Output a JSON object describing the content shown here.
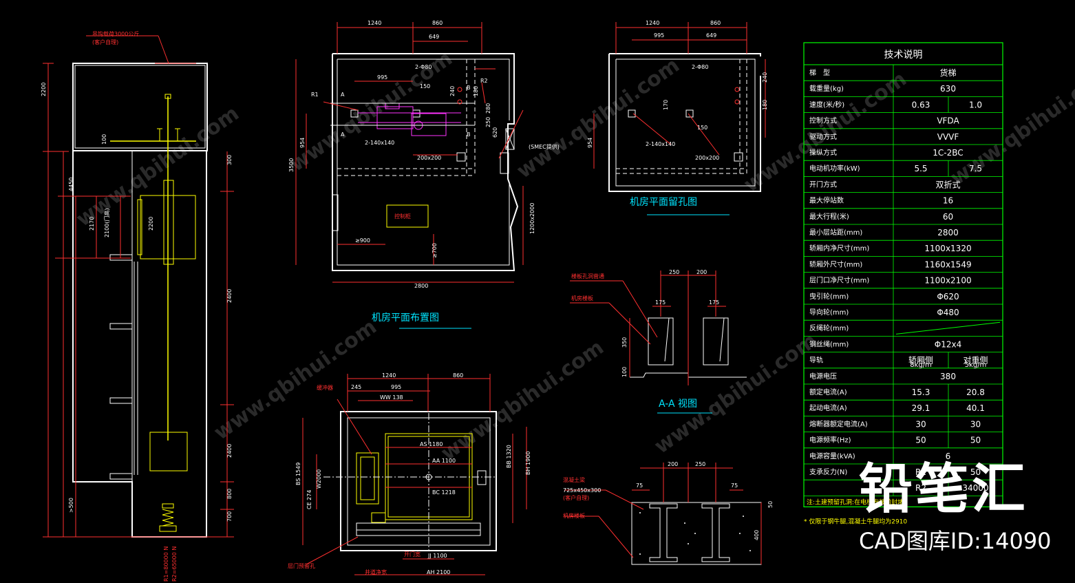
{
  "tech_table": {
    "title": "技术说明",
    "rows": [
      {
        "label": "梯　型",
        "values": [
          "货梯"
        ]
      },
      {
        "label": "载重量(kg)",
        "values": [
          "630"
        ]
      },
      {
        "label": "速度(米/秒)",
        "values": [
          "0.63",
          "1.0"
        ]
      },
      {
        "label": "控制方式",
        "values": [
          "VFDA"
        ]
      },
      {
        "label": "驱动方式",
        "values": [
          "VVVF"
        ]
      },
      {
        "label": "操纵方式",
        "values": [
          "1C-2BC"
        ]
      },
      {
        "label": "电动机功率(kW)",
        "values": [
          "5.5",
          "7.5"
        ]
      },
      {
        "label": "开门方式",
        "values": [
          "双折式"
        ]
      },
      {
        "label": "最大停站数",
        "values": [
          "16"
        ]
      },
      {
        "label": "最大行程(米)",
        "values": [
          "60"
        ]
      },
      {
        "label": "最小层站距(mm)",
        "values": [
          "2800"
        ]
      },
      {
        "label": "轿厢内净尺寸(mm)",
        "values": [
          "1100x1320"
        ]
      },
      {
        "label": "轿厢外尺寸(mm)",
        "values": [
          "1160x1549"
        ]
      },
      {
        "label": "层门口净尺寸(mm)",
        "values": [
          "1100x2100"
        ]
      },
      {
        "label": "曳引轮(mm)",
        "values": [
          "Φ620"
        ]
      },
      {
        "label": "导向轮(mm)",
        "values": [
          "Φ480"
        ]
      },
      {
        "label": "反绳轮(mm)",
        "values": [
          ""
        ]
      },
      {
        "label": "钢丝绳(mm)",
        "values": [
          "Φ12x4"
        ]
      },
      {
        "label": "导轨",
        "values": [
          "轿厢侧",
          "对重侧"
        ],
        "sub": [
          "8kg/m",
          "5kg/m"
        ]
      },
      {
        "label": "电源电压",
        "values": [
          "380"
        ]
      },
      {
        "label": "额定电流(A)",
        "values": [
          "15.3",
          "20.8"
        ]
      },
      {
        "label": "起动电流(A)",
        "values": [
          "29.1",
          "40.1"
        ]
      },
      {
        "label": "熔断器额定电流(A)",
        "values": [
          "30",
          "30"
        ]
      },
      {
        "label": "电源频率(Hz)",
        "values": [
          "50",
          "50"
        ]
      },
      {
        "label": "电源容量(kVA)",
        "values": [
          "6"
        ]
      },
      {
        "label": "支承反力(N)",
        "values": [
          "R1",
          "50"
        ]
      },
      {
        "label": "",
        "values": [
          "R2",
          "34000"
        ]
      }
    ],
    "footnote": "注:土建预留孔洞:在电梯安装前封堵",
    "star_note": "* 仅限于钢牛腿,混凝土牛腿均为2910"
  },
  "titles": {
    "machine_room_layout": "机房平面布置图",
    "machine_room_holes": "机房平面留孔图",
    "section_view": "A-A 视图"
  },
  "dims": {
    "mr_top_1": "1240",
    "mr_top_2": "860",
    "mr_top_3": "649",
    "mr_995": "995",
    "mr_150": "150",
    "mr_954": "954",
    "mr_3500": "3500",
    "mr_2800": "2800",
    "mr_900": "≥900",
    "mr_700": "≥700",
    "mr_1200x2000": "1200x2000",
    "mr_200x200": "200x200",
    "mr_2x140": "2-140x140",
    "mr_2x80": "2-Φ80",
    "mr_250": "250",
    "mr_280": "280",
    "mr_620": "620",
    "mr_240": "240",
    "mr_180": "180",
    "mr_r1": "R1",
    "mr_r2": "R2",
    "mr_a": "A",
    "mr_b": "B",
    "mr_smec": "(SMEC提供)",
    "mr_ctrl": "控制柜",
    "hole_top_1": "1240",
    "hole_top_2": "860",
    "hole_995": "995",
    "hole_649": "649",
    "hole_170": "170",
    "hole_150": "150",
    "hole_954": "954",
    "hole_240": "240",
    "hole_180": "180",
    "hole_200x200": "200x200",
    "hole_2x140": "2-140x140",
    "hole_2x80": "2-Φ80",
    "aa_250": "250",
    "aa_200": "200",
    "aa_175a": "175",
    "aa_175b": "175",
    "aa_350": "350",
    "aa_100": "100",
    "beam_200": "200",
    "beam_250": "250",
    "beam_75a": "75",
    "beam_75b": "75",
    "beam_50": "50",
    "beam_400": "400",
    "beam_size": "725x450x300",
    "plan_1240": "1240",
    "plan_860": "860",
    "plan_995": "995",
    "plan_245": "245",
    "plan_ww": "WW 138",
    "plan_as": "AS 1180",
    "plan_aa": "AA 1100",
    "plan_bc": "BC 1218",
    "plan_bs": "BS 1549",
    "plan_ce": "CE 274",
    "plan_bb": "BB 1320",
    "plan_bh": "BH 1900",
    "plan_jj": "JJ 1100",
    "plan_ah": "AH 2100",
    "plan_w": "W2000",
    "sec_2200": "2200",
    "sec_4450": "4450",
    "sec_2170": "2170",
    "sec_2100": "2100(门高)",
    "sec_2200b": "2200",
    "sec_300": "300",
    "sec_2400a": "2400",
    "sec_2400b": "2400",
    "sec_800": "800",
    "sec_700": "700",
    "sec_500": ">500",
    "sec_100": "100",
    "sec_load_top": "吊钩载荷3000公斤",
    "sec_load_sub": "(客户自理)",
    "sec_r1": "R1=80000 N",
    "sec_r2": "R2=65000 N"
  },
  "watermark": {
    "brand": "铅笔汇",
    "id_text": "CAD图库ID:14090",
    "url": "www.qbihui.com"
  }
}
